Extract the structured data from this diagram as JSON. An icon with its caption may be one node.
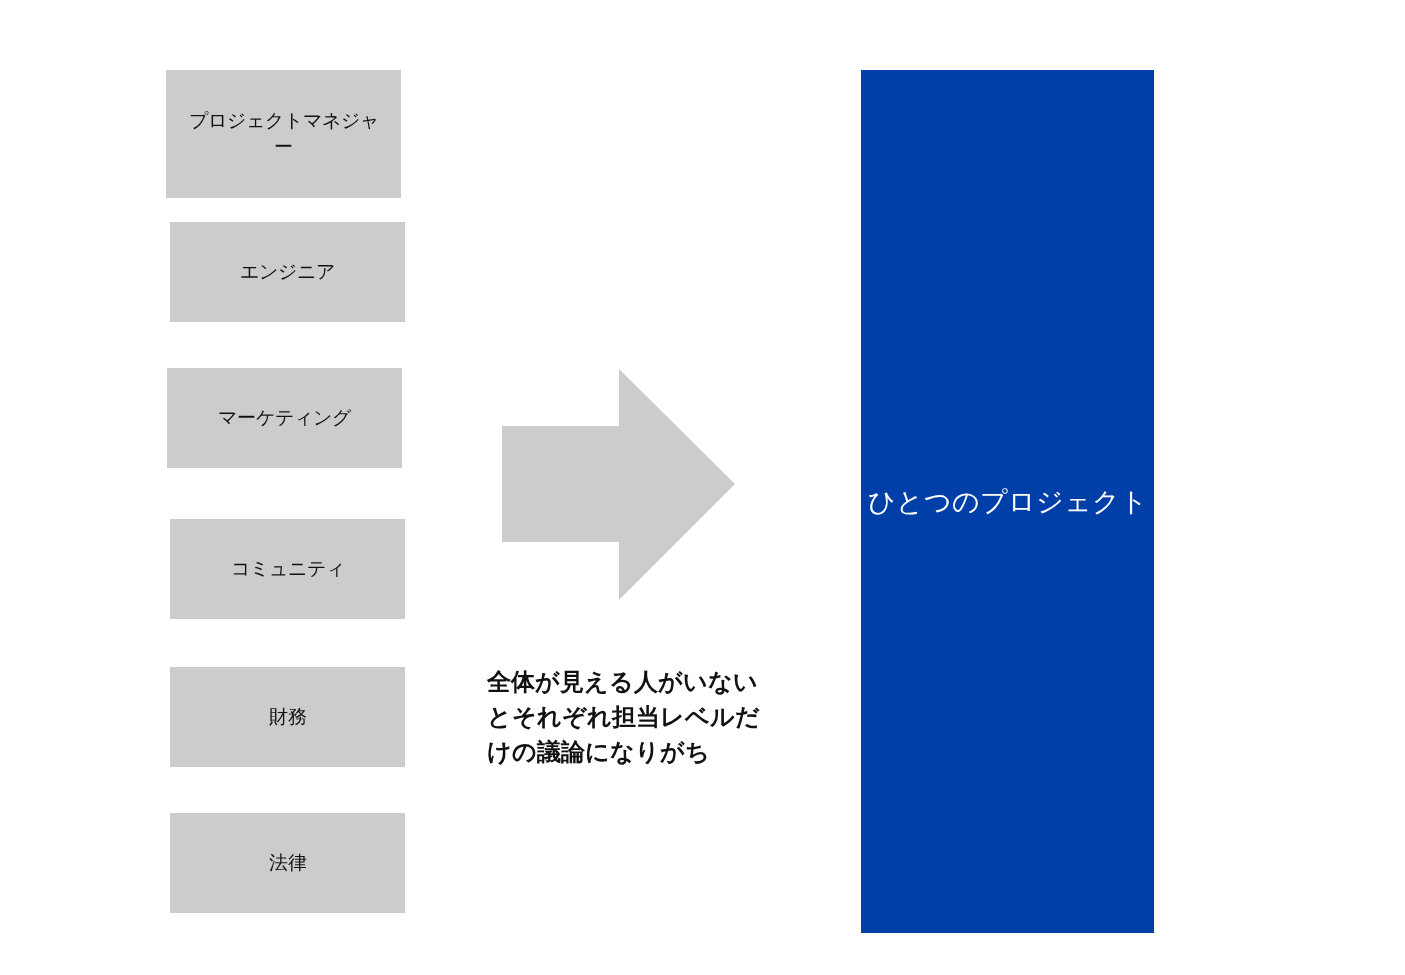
{
  "diagram": {
    "nodes": [
      {
        "text": [
          "プロジェクトマネジャー"
        ]
      },
      {
        "text": [
          "エンジニア"
        ]
      },
      {
        "text": [
          "マーケティング"
        ]
      },
      {
        "text": [
          "コミュニティ"
        ]
      },
      {
        "text": [
          "財務"
        ]
      },
      {
        "text": [
          "法律"
        ]
      },
      {
        "text": [
          "ひとつのプロジェクト"
        ]
      }
    ],
    "labels": [
      "全体が見える人がいないとそれぞれ担当レベルだけの議論になりがち"
    ]
  }
}
